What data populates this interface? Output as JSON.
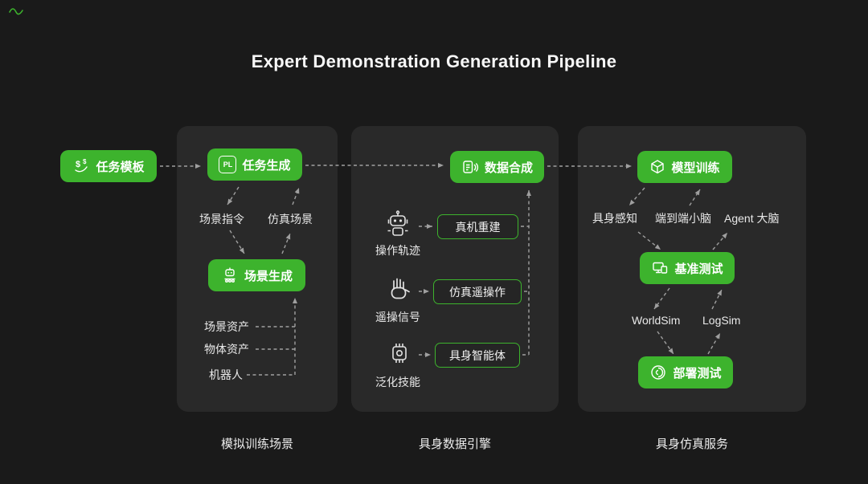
{
  "title": "Expert Demonstration Generation Pipeline",
  "colors": {
    "green": "#3db32d",
    "background": "#1a1a1a",
    "panel": "#292929"
  },
  "source": {
    "label": "任务模板"
  },
  "panel1": {
    "caption": "模拟训练场景",
    "task_gen": "任务生成",
    "pl_badge": "PL",
    "scene_cmd": "场景指令",
    "sim_scene": "仿真场景",
    "scene_gen": "场景生成",
    "assets": [
      "场景资产",
      "物体资产",
      "机器人"
    ]
  },
  "panel2": {
    "caption": "具身数据引擎",
    "data_synth": "数据合成",
    "rows": [
      {
        "label": "操作轨迹",
        "button": "真机重建"
      },
      {
        "label": "遥操信号",
        "button": "仿真遥操作"
      },
      {
        "label": "泛化技能",
        "button": "具身智能体"
      }
    ]
  },
  "panel3": {
    "caption": "具身仿真服务",
    "model_train": "模型训练",
    "row1": [
      "具身感知",
      "端到端小脑",
      "Agent 大脑"
    ],
    "benchmark": "基准测试",
    "row2": [
      "WorldSim",
      "LogSim"
    ],
    "deploy": "部署测试"
  }
}
